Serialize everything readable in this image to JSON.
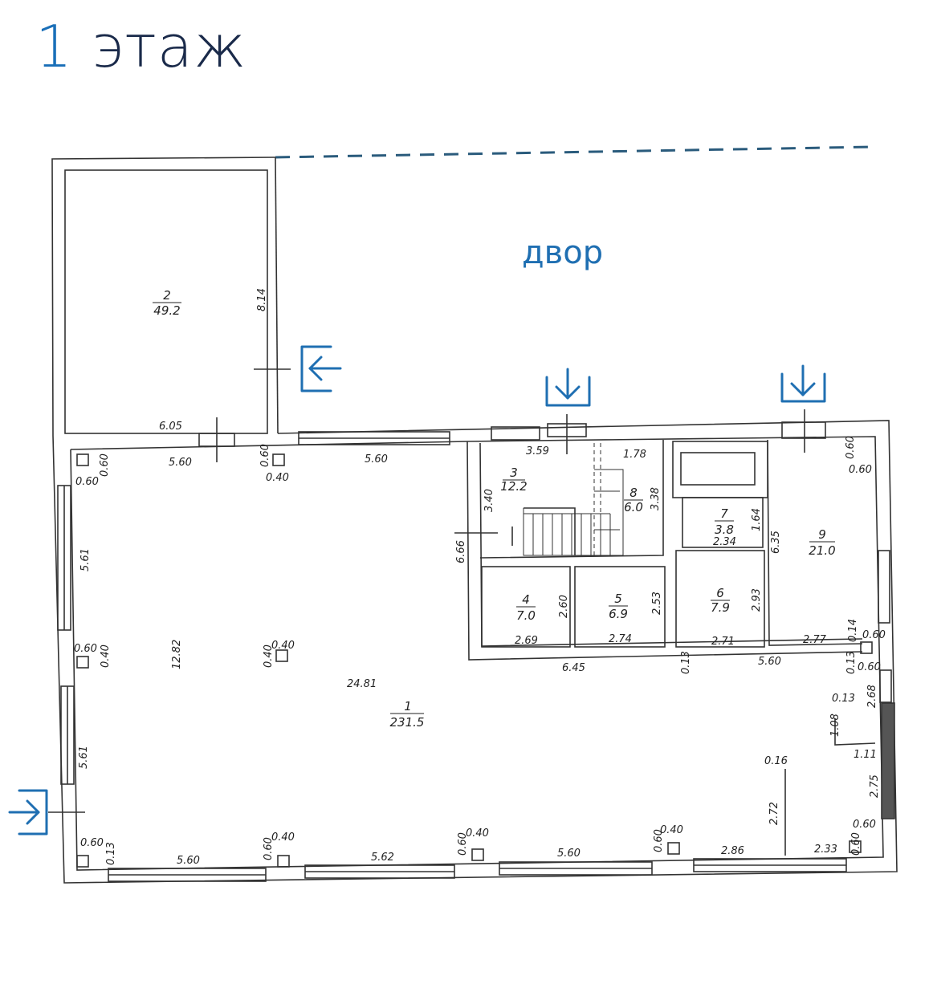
{
  "title": {
    "number": "1",
    "word": "этаж"
  },
  "yard_label": "двор",
  "colors": {
    "accent": "#1f6fb2",
    "title_dark": "#1a2a4a",
    "lines": "#333333"
  },
  "entry_icons": [
    "entry-arrow-left-icon",
    "entry-arrow-down-icon",
    "entry-arrow-down-icon",
    "entry-arrow-right-icon"
  ],
  "rooms": [
    {
      "num": "1",
      "area": "231.5"
    },
    {
      "num": "2",
      "area": "49.2"
    },
    {
      "num": "3",
      "area": "12.2"
    },
    {
      "num": "4",
      "area": "7.0"
    },
    {
      "num": "5",
      "area": "6.9"
    },
    {
      "num": "6",
      "area": "7.9"
    },
    {
      "num": "7",
      "area": "3.8"
    },
    {
      "num": "8",
      "area": "6.0"
    },
    {
      "num": "9",
      "area": "21.0"
    }
  ],
  "dimensions": {
    "d_814": "8.14",
    "d_605": "6.05",
    "d_560a": "5.60",
    "d_060a": "0.60",
    "d_040a": "0.40",
    "d_560b": "5.60",
    "d_359": "3.59",
    "d_178": "1.78",
    "d_338": "3.38",
    "d_340": "3.40",
    "d_060c": "0.60",
    "d_060d": "0.60",
    "d_060e": "0.60",
    "d_561a": "5.61",
    "d_164": "1.64",
    "d_234": "2.34",
    "d_635": "6.35",
    "d_666": "6.66",
    "d_260": "2.60",
    "d_253": "2.53",
    "d_293": "2.93",
    "d_269": "2.69",
    "d_274": "2.74",
    "d_271": "2.71",
    "d_277": "2.77",
    "d_014": "0.14",
    "d_060f": "0.60",
    "d_060g": "0.60",
    "d_040b": "0.40",
    "d_1282": "12.82",
    "d_040c": "0.40",
    "d_040d": "0.40",
    "d_645": "6.45",
    "d_013a": "0.13",
    "d_560c": "5.60",
    "d_013b": "0.13",
    "d_060h": "0.60",
    "d_2481": "24.81",
    "d_013c": "0.13",
    "d_268": "2.68",
    "d_108": "1.08",
    "d_111": "1.11",
    "d_561b": "5.61",
    "d_016": "0.16",
    "d_272": "2.72",
    "d_275": "2.75",
    "d_060i": "0.60",
    "d_060j": "0.60",
    "d_060k": "0.60",
    "d_040e": "0.40",
    "d_060l": "0.60",
    "d_040f": "0.40",
    "d_060m": "0.60",
    "d_040g": "0.40",
    "d_060n": "0.60",
    "d_560d": "5.60",
    "d_562": "5.62",
    "d_560e": "5.60",
    "d_286": "2.86",
    "d_233": "2.33",
    "d_060o": "0.60"
  }
}
